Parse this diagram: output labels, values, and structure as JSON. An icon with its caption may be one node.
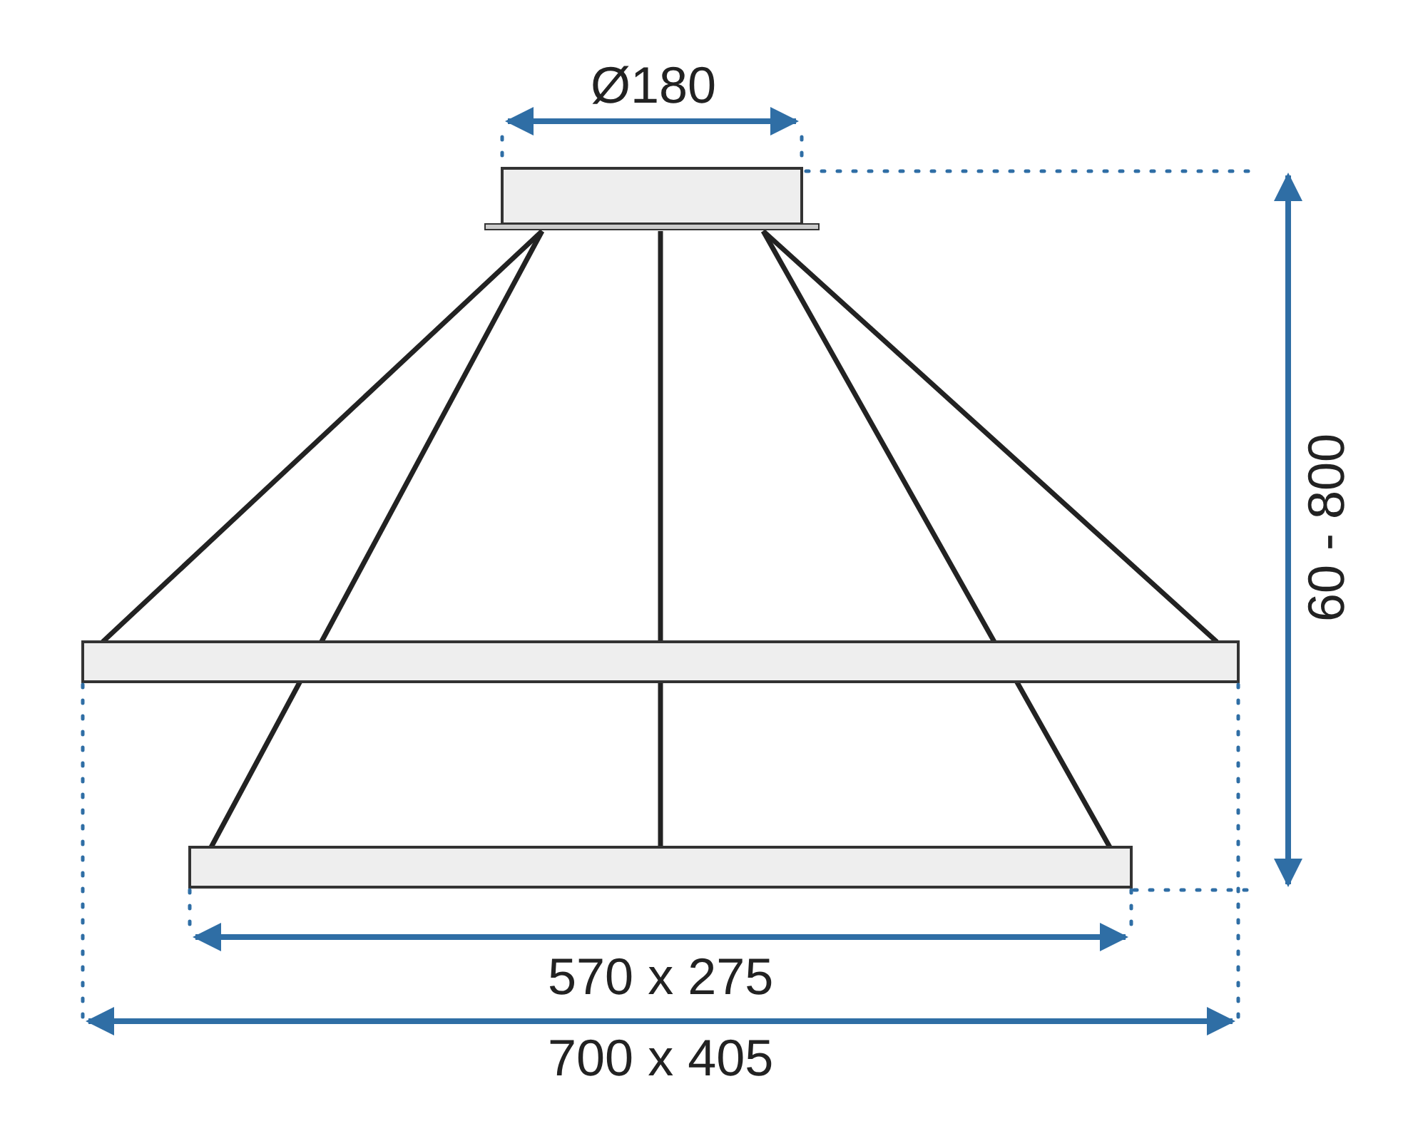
{
  "diagram": {
    "labels": [
      "Ø180",
      "60 - 800",
      "570 x 275",
      "700 x 405"
    ]
  }
}
